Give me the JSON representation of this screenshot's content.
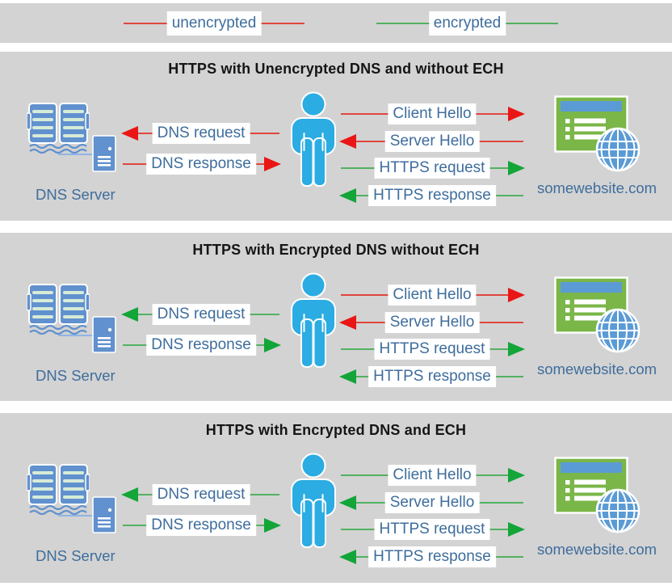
{
  "palette": {
    "unencrypted": {
      "line": "#e0463e",
      "head": "#ea1616"
    },
    "encrypted": {
      "line": "#52b161",
      "head": "#13a538"
    },
    "label_text": "#3e6d9c",
    "panel_bg": "#d3d3d3",
    "person_blue": "#2bace2",
    "dns_icon_blue": "#6191ce",
    "website_green": "#7ab648",
    "website_blue": "#5b9bd5"
  },
  "legend": {
    "items": [
      {
        "label": "unencrypted",
        "encryption": "unencrypted"
      },
      {
        "label": "encrypted",
        "encryption": "encrypted"
      }
    ]
  },
  "panels": [
    {
      "title": "HTTPS with Unencrypted DNS and without ECH",
      "dns_server_label": "DNS Server",
      "website_label": "somewebsite.com",
      "arrows": {
        "dns_request": {
          "label": "DNS request",
          "direction": "left",
          "encryption": "unencrypted"
        },
        "dns_response": {
          "label": "DNS response",
          "direction": "right",
          "encryption": "unencrypted"
        },
        "client_hello": {
          "label": "Client Hello",
          "direction": "right",
          "encryption": "unencrypted"
        },
        "server_hello": {
          "label": "Server Hello",
          "direction": "left",
          "encryption": "unencrypted"
        },
        "https_request": {
          "label": "HTTPS request",
          "direction": "right",
          "encryption": "encrypted"
        },
        "https_response": {
          "label": "HTTPS response",
          "direction": "left",
          "encryption": "encrypted"
        }
      }
    },
    {
      "title": "HTTPS with Encrypted DNS without ECH",
      "dns_server_label": "DNS Server",
      "website_label": "somewebsite.com",
      "arrows": {
        "dns_request": {
          "label": "DNS request",
          "direction": "left",
          "encryption": "encrypted"
        },
        "dns_response": {
          "label": "DNS response",
          "direction": "right",
          "encryption": "encrypted"
        },
        "client_hello": {
          "label": "Client Hello",
          "direction": "right",
          "encryption": "unencrypted"
        },
        "server_hello": {
          "label": "Server Hello",
          "direction": "left",
          "encryption": "unencrypted"
        },
        "https_request": {
          "label": "HTTPS request",
          "direction": "right",
          "encryption": "encrypted"
        },
        "https_response": {
          "label": "HTTPS response",
          "direction": "left",
          "encryption": "encrypted"
        }
      }
    },
    {
      "title": "HTTPS with Encrypted DNS and ECH",
      "dns_server_label": "DNS Server",
      "website_label": "somewebsite.com",
      "arrows": {
        "dns_request": {
          "label": "DNS request",
          "direction": "left",
          "encryption": "encrypted"
        },
        "dns_response": {
          "label": "DNS response",
          "direction": "right",
          "encryption": "encrypted"
        },
        "client_hello": {
          "label": "Client Hello",
          "direction": "right",
          "encryption": "encrypted"
        },
        "server_hello": {
          "label": "Server Hello",
          "direction": "left",
          "encryption": "encrypted"
        },
        "https_request": {
          "label": "HTTPS request",
          "direction": "right",
          "encryption": "encrypted"
        },
        "https_response": {
          "label": "HTTPS response",
          "direction": "left",
          "encryption": "encrypted"
        }
      }
    }
  ]
}
